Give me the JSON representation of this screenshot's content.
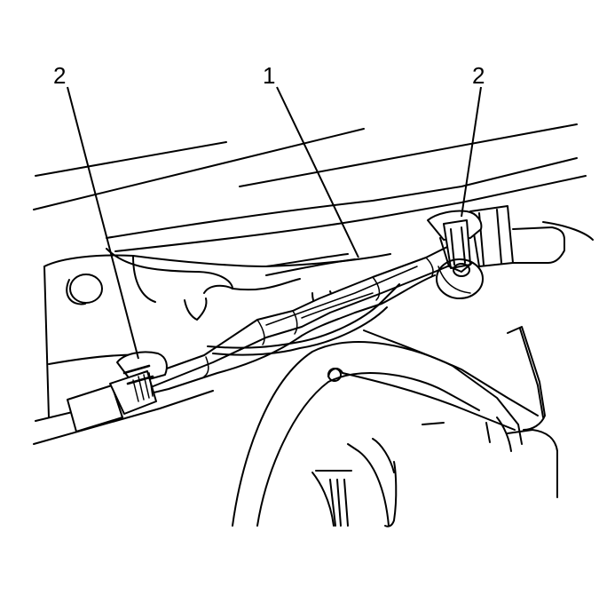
{
  "callouts": [
    {
      "id": "left-clip",
      "label": "2"
    },
    {
      "id": "harness",
      "label": "1"
    },
    {
      "id": "right-clip",
      "label": "2"
    }
  ]
}
